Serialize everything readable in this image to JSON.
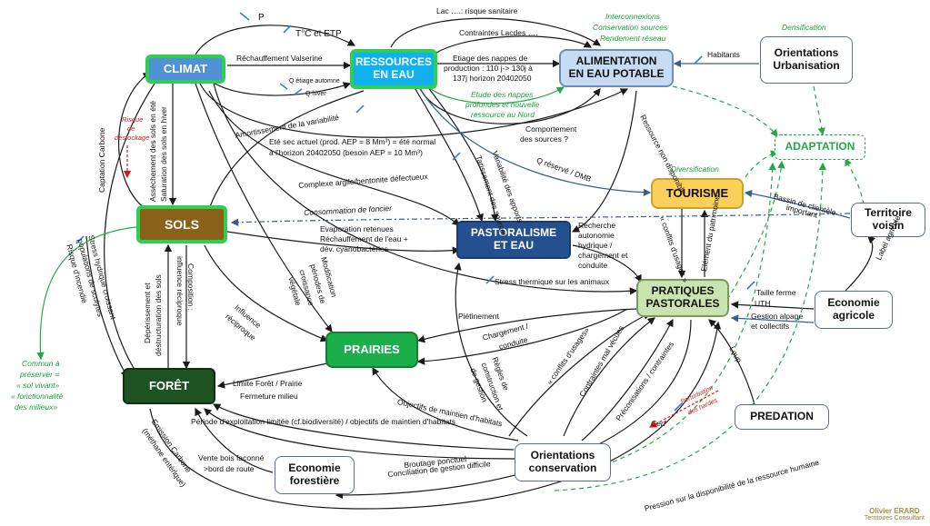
{
  "nodes": {
    "climat": "CLIMAT",
    "ressources_line1": "RESSOURCES",
    "ressources_line2": "EN EAU",
    "alimentation_line1": "ALIMENTATION",
    "alimentation_line2": "EN EAU POTABLE",
    "orientations_urb_line1": "Orientations",
    "orientations_urb_line2": "Urbanisation",
    "adaptation": "ADAPTATION",
    "sols": "SOLS",
    "tourisme": "TOURISME",
    "territoire_line1": "Territoire",
    "territoire_line2": "voisin",
    "pastoralisme_line1": "PASTORALISME",
    "pastoralisme_line2": "ET EAU",
    "pratiques_line1": "PRATIQUES",
    "pratiques_line2": "PASTORALES",
    "economie_agricole_line1": "Economie",
    "economie_agricole_line2": "agricole",
    "prairies": "PRAIRIES",
    "foret": "FORÊT",
    "predation": "PREDATION",
    "orientations_cons_line1": "Orientations",
    "orientations_cons_line2": "conservation",
    "economie_forestiere_line1": "Economie",
    "economie_forestiere_line2": "forestière"
  },
  "labels": {
    "p": "P",
    "tc_etp": "T°C et ETP",
    "lac": "Lac ….: risque sanitaire",
    "contraintes_lacdes": "Contraintes Lacdes ….",
    "rechauffement_valserine": "Réchauffement Valserine",
    "q_etiage_automne": "Q étiage automne",
    "q_hiver": "Q hiver",
    "etiage_1": "Etiage des nappes de",
    "etiage_2": "production : 110 j-> 130j à",
    "etiage_3": "137j horizon 20402050",
    "interconnexions_1": "Interconnexions",
    "interconnexions_2": "Conservation sources",
    "interconnexions_3": "Rendement réseau",
    "densification": "Densification",
    "habitants": "Habitants",
    "etude_1": "Etude des nappes",
    "etude_2": "profondes et nouvelle",
    "etude_3": "ressource au Nord",
    "comportement_1": "Comportement",
    "comportement_2": "des sources ?",
    "amortissement": "Amortissement de la variabilité",
    "ete_sec_1": "Eté sec actuel (prod. AEP = 8 Mm³) = été normal",
    "ete_sec_2": "à l'horizon 20402050 (besoin AEP = 10 Mm³)",
    "assechement": "Assèchement des sols en été",
    "saturation": "Saturation des sols en hiver",
    "risque_destockage_1": "Risque",
    "risque_destockage_2": "de",
    "risque_destockage_3": "déstockage",
    "captation_carbone": "Captation Carbone",
    "variabilite_apports": "Variabilité des apports",
    "tarissement_sources": "Tarissement des sources",
    "q_reserve_dmb": "Q réservé / DMB",
    "ressource_non_disponible": "Ressource non disponible",
    "diversification": "Diversification",
    "complexe_argile": "Complexe argile/bentonite défectueux",
    "consommation_foncier": "Consommation de foncier",
    "bassin_1": "Bassin de clientèle",
    "bassin_2": "important",
    "evaporation_1": "Evaporation retenues",
    "evaporation_2": "Réchauffement de l'eau +",
    "evaporation_3": "dév. cyanobactéries",
    "recherche_1": "Recherche",
    "recherche_2": "autonomie",
    "recherche_3": "hydrique /",
    "recherche_4": "chargement et",
    "recherche_5": "conduite",
    "conflits_usages_1": "« conflits d'usages »",
    "element_patrimoine": "Elément du patrimoine",
    "label_agricole": "Label agricole",
    "stress_hydrique_1": "Stress hydrique croissant",
    "stress_hydrique_2": "populations de scolytes",
    "stress_hydrique_3": "Risque d'incendie",
    "modification_1": "Modification",
    "modification_2": "périodes de",
    "modification_3": "croissance",
    "modification_4": "végétale",
    "stress_thermique": "Stress thermique sur les animaux",
    "taille_ferme": "Taille ferme",
    "uth": "UTH",
    "gestion_alpage_1": "Gestion alpage",
    "gestion_alpage_2": "et collectifs",
    "commun_1": "Commun à",
    "commun_2": "préserver =",
    "commun_3": "« sol vivant»",
    "commun_4": "« fonctionnalité",
    "commun_5": "des milieux»",
    "deperissement_1": "Dépérissement et",
    "deperissement_2": "déstructuration des sols",
    "composition_1": "Composition :",
    "composition_2": "influence réciproque",
    "influence_1": "Influence",
    "influence_2": "réciproque",
    "pietinement": "Piétinement",
    "chargement_conduite_1": "Chargement /",
    "chargement_conduite_2": "conduite",
    "regles_1": "Règles de",
    "regles_2": "construction et",
    "regles_3": "de gestion",
    "conflits_usages_2": "« conflits d'usages»",
    "contraintes_mal_vecues": "Contraintes mal vécues",
    "loup": "Loup",
    "limite_foret": "Limite Forêt / Prairie",
    "fermeture_milieu": "Fermeture milieu",
    "objectifs_maintien": "Objectifs de maintien d'habitats",
    "preconisations": "Préconisations / contraintes",
    "perturbation_1": "Perturbation",
    "perturbation_2": "des hardes",
    "cerf": "Cerf",
    "periode_exploitation": "Période d'exploitation limitée (cf.biodiversité) / objectifs de maintien d'habitats",
    "emission_1": "Emission Carbone",
    "emission_2": "(méthane entérique)",
    "vente_bois_1": "Vente bois façonné",
    "vente_bois_2": ">bord de route",
    "broutage": "Broutage ponctuel",
    "conciliation": "Conciliation de gestion difficile",
    "pression_rh": "Pression sur la disponibilité de la ressource humaine"
  },
  "signature": {
    "name": "Olivier ERARD",
    "subtitle": "Territoires Consultant"
  },
  "colors": {
    "green_accent": "#2fcf53",
    "climat_blue": "#4f91d4",
    "ressources_cyan": "#0fb2ee",
    "sols_brown": "#8a6118",
    "pastoralisme_navy": "#25508f",
    "tourisme_gold": "#fad05a",
    "pratiques_sage": "#c9e4b1",
    "prairies_green": "#1aaf4b",
    "foret_dark_green": "#1f5223",
    "annotation_green": "#19a33e",
    "annotation_red": "#d61a1a",
    "arrow_grey": "#5a6b7c"
  }
}
